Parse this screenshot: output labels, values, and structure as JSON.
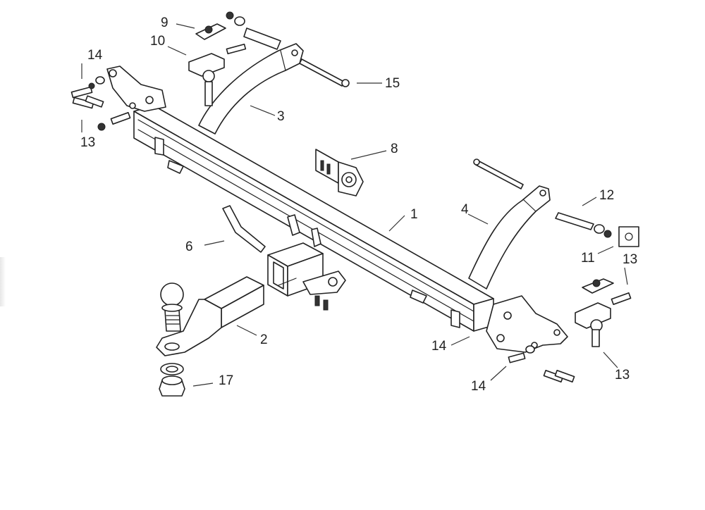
{
  "callouts": [
    {
      "id": "p1",
      "text": "1"
    },
    {
      "id": "p2",
      "text": "2"
    },
    {
      "id": "p3",
      "text": "3"
    },
    {
      "id": "p4",
      "text": "4"
    },
    {
      "id": "p6",
      "text": "6"
    },
    {
      "id": "p8",
      "text": "8"
    },
    {
      "id": "p9",
      "text": "9"
    },
    {
      "id": "p10",
      "text": "10"
    },
    {
      "id": "p11",
      "text": "11"
    },
    {
      "id": "p12",
      "text": "12"
    },
    {
      "id": "p13a",
      "text": "13"
    },
    {
      "id": "p13b",
      "text": "13"
    },
    {
      "id": "p13c",
      "text": "13"
    },
    {
      "id": "p14a",
      "text": "14"
    },
    {
      "id": "p14b",
      "text": "14"
    },
    {
      "id": "p14c",
      "text": "14"
    },
    {
      "id": "p15",
      "text": "15"
    },
    {
      "id": "p17",
      "text": "17"
    }
  ]
}
